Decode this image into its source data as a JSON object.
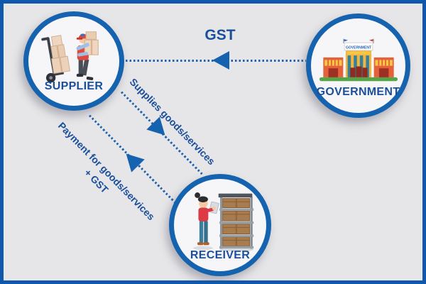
{
  "canvas": {
    "background": "#e6e5e7",
    "frame_color": "#0f58ab"
  },
  "colors": {
    "accent_blue": "#1563af",
    "text_blue": "#1a4f9c",
    "dot_blue": "#1e63b0",
    "circle_fill": "#f6f6f8"
  },
  "nodes": {
    "supplier": {
      "label": "SUPPLIER",
      "icon": "delivery-man-with-boxes"
    },
    "government": {
      "label": "GOVERNMENT",
      "icon": "government-building",
      "building_sign": "GOVERNMENT"
    },
    "receiver": {
      "label": "RECEIVER",
      "icon": "woman-checking-warehouse-shelf"
    }
  },
  "edges": {
    "gst": {
      "label": "GST",
      "from": "government",
      "to": "supplier",
      "style": "dotted-arrow"
    },
    "supplies": {
      "label": "Supplies goods/services",
      "from": "supplier",
      "to": "receiver",
      "style": "dotted-arrow"
    },
    "payment": {
      "label": "Payment for goods/services",
      "label2": "+ GST",
      "from": "receiver",
      "to": "supplier",
      "style": "dotted-arrow"
    }
  }
}
